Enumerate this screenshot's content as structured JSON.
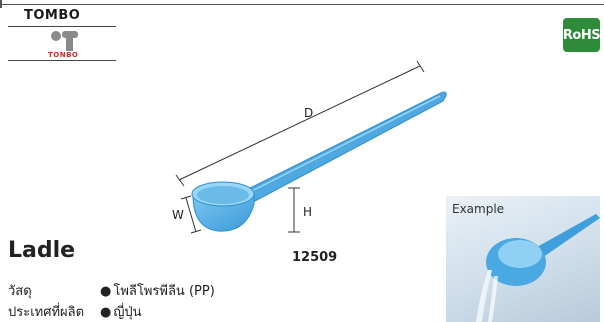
{
  "brand": {
    "name": "TOMBO",
    "logo_text": "TONBO"
  },
  "badge": {
    "rohs": "RoHS"
  },
  "dimensions": {
    "d": "D",
    "h": "H",
    "w": "W"
  },
  "product": {
    "title": "Ladle",
    "code": "12509"
  },
  "specs": [
    {
      "label": "วัสดุ",
      "value": "โพลีโพรพีลีน (PP)"
    },
    {
      "label": "ประเทศที่ผลิต",
      "value": "ญี่ปุ่น"
    }
  ],
  "example": {
    "label": "Example"
  },
  "colors": {
    "ladle": "#5ab3e8",
    "ladle_dark": "#2f8fcf",
    "rohs": "#2e8b3a",
    "logo_red": "#c8302a"
  }
}
